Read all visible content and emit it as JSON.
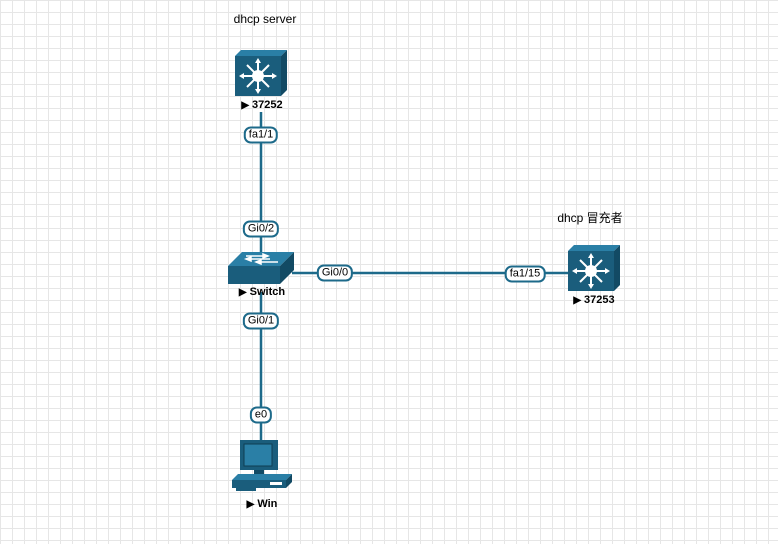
{
  "colors": {
    "link": "#1d6a8a",
    "device_dark": "#1a5d7c",
    "device_light": "#2a7fa6",
    "grid": "#e6e6e6"
  },
  "nodes": {
    "server": {
      "name": "37252",
      "note": "dhcp server",
      "icon": "multilayer-switch-icon"
    },
    "spoofer": {
      "name": "37253",
      "note": "dhcp 冒充者",
      "icon": "multilayer-switch-icon"
    },
    "switch": {
      "name": "Switch",
      "icon": "switch-icon"
    },
    "win": {
      "name": "Win",
      "icon": "workstation-icon"
    }
  },
  "links": [
    {
      "from": "server",
      "to": "switch",
      "from_port": "fa1/1",
      "to_port": "Gi0/2"
    },
    {
      "from": "switch",
      "to": "spoofer",
      "from_port": "Gi0/0",
      "to_port": "fa1/15"
    },
    {
      "from": "switch",
      "to": "win",
      "from_port": "Gi0/1",
      "to_port": "e0"
    }
  ]
}
